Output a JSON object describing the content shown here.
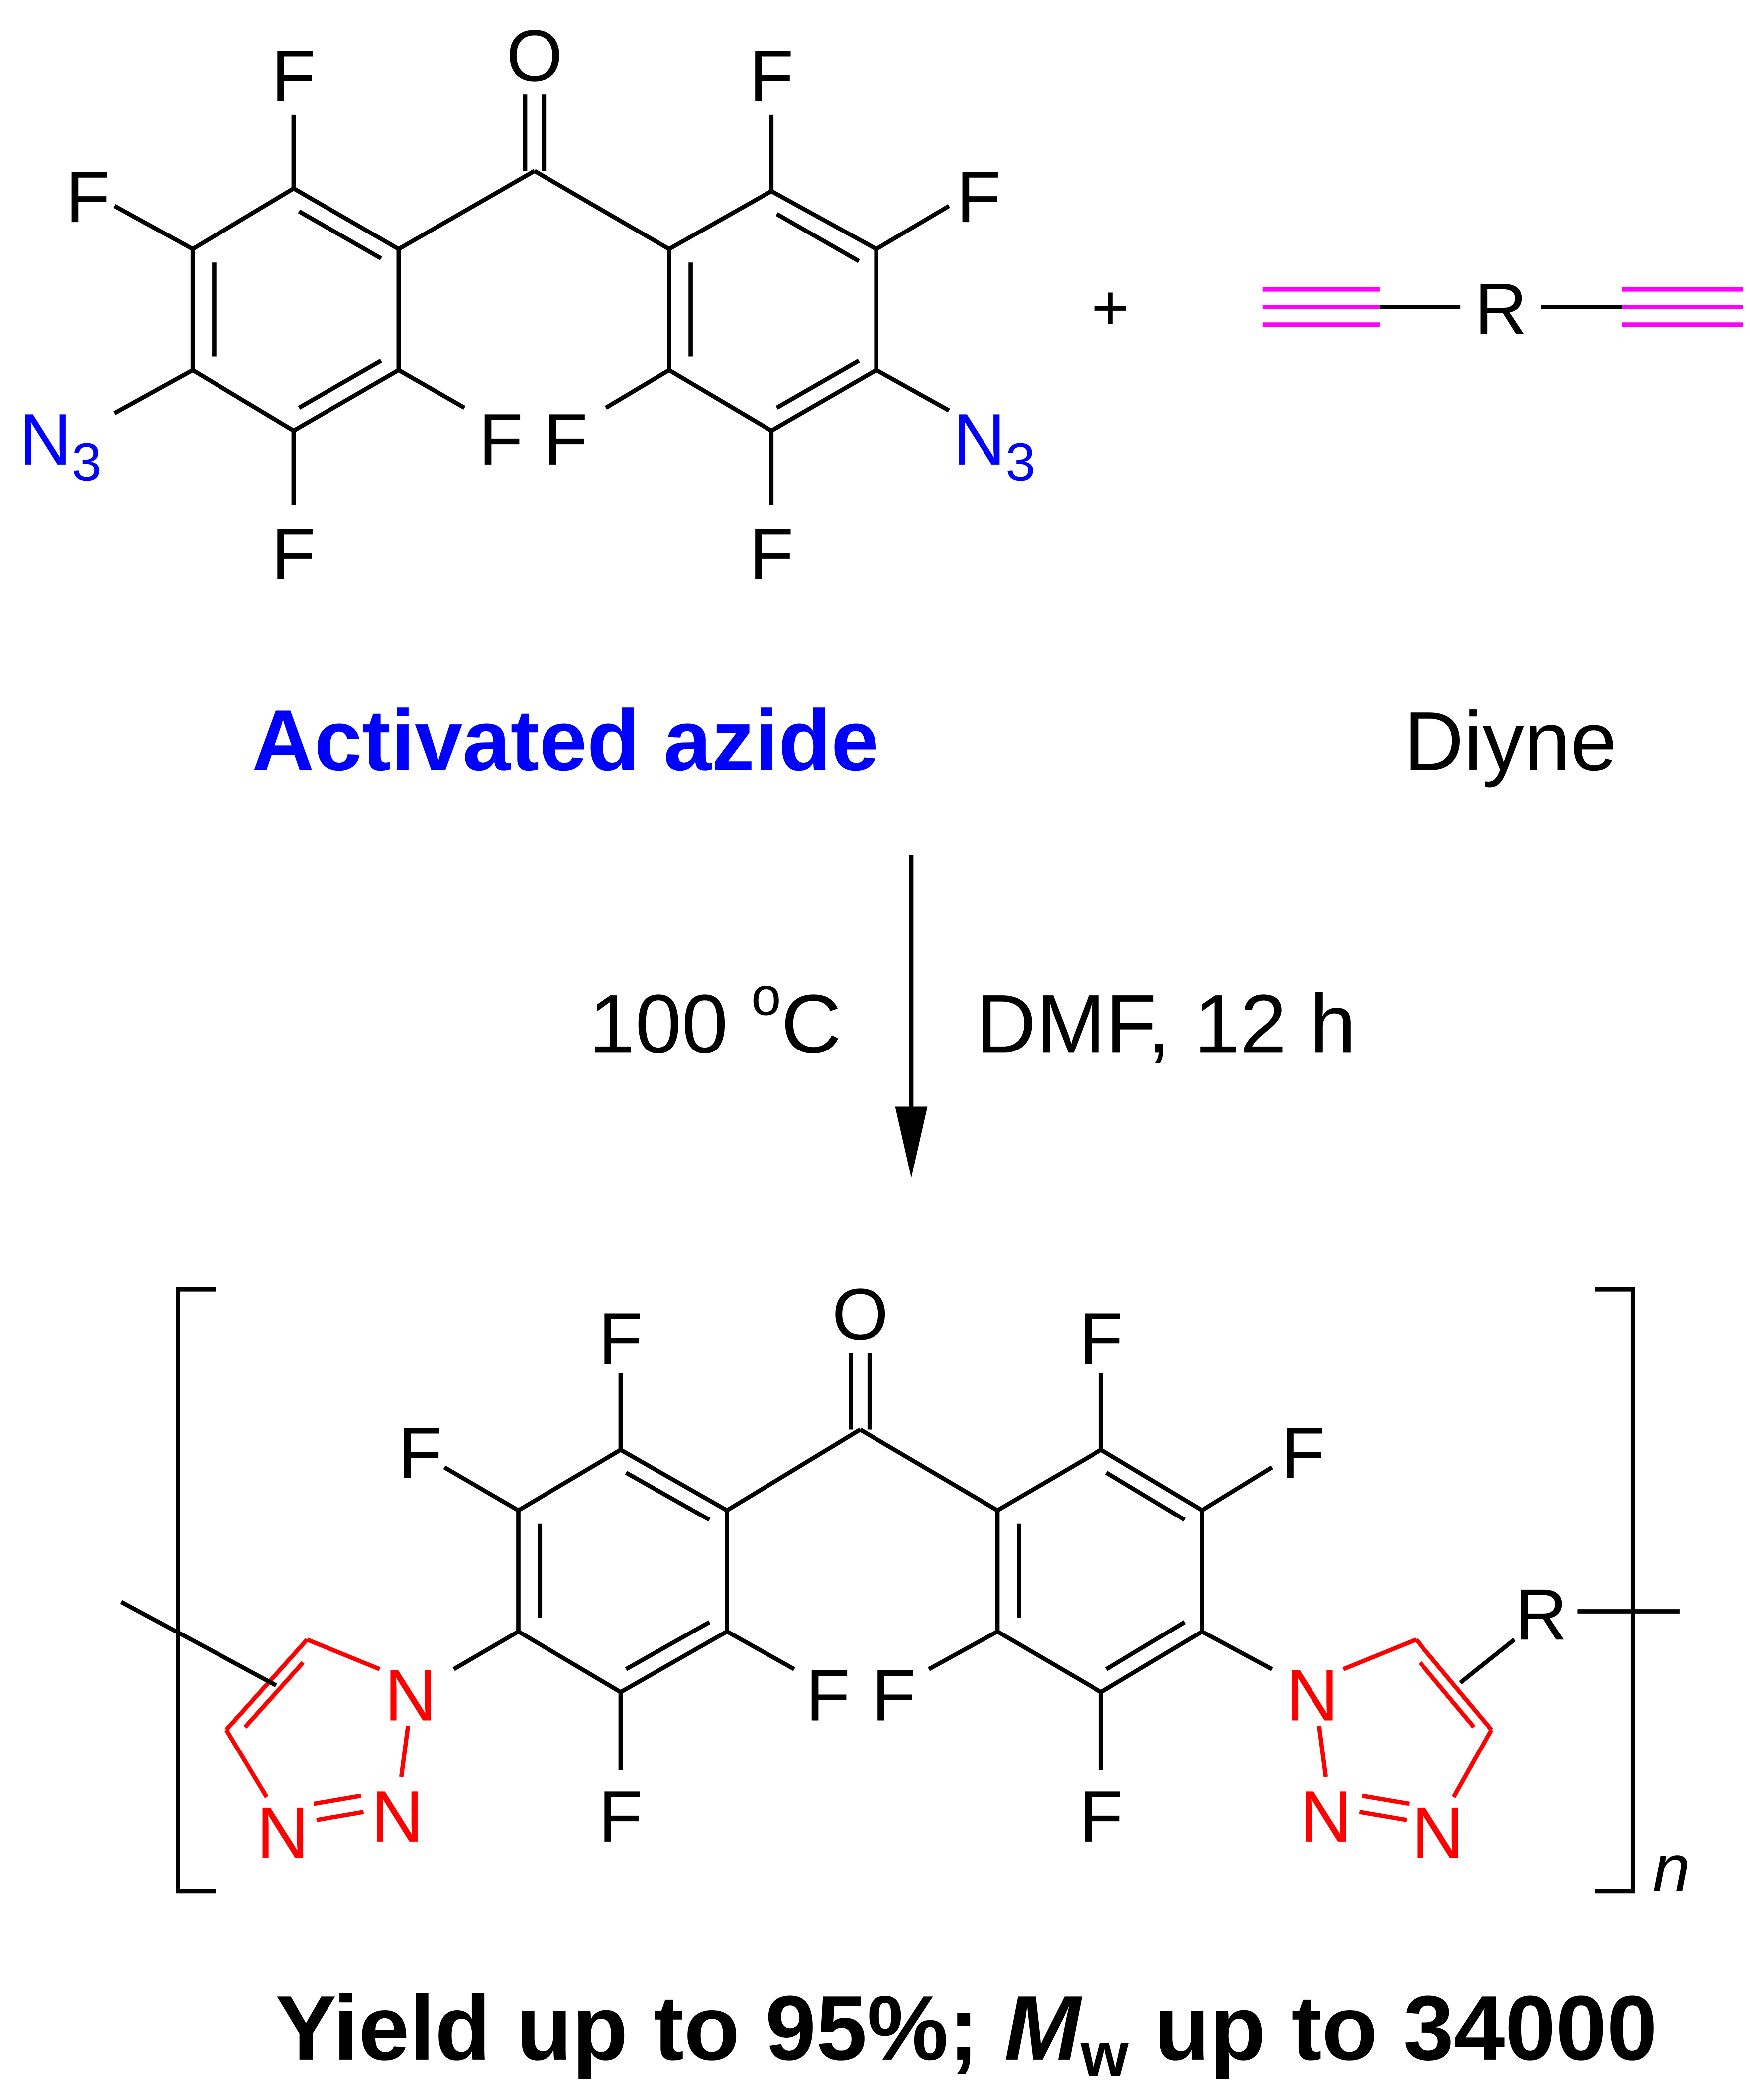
{
  "reactant_azide": {
    "atoms": {
      "O": "O",
      "F": "F",
      "N3": "N",
      "N3_sub": "3"
    },
    "label": "Activated azide"
  },
  "plus": "+",
  "reactant_diyne": {
    "R": "R",
    "label": "Diyne"
  },
  "conditions": {
    "left": "100 ",
    "degree": "o",
    "unit": "C",
    "right": "DMF, 12 h"
  },
  "product": {
    "O": "O",
    "F": "F",
    "N": "N",
    "R": "R",
    "repeat": "n"
  },
  "result": {
    "part1": "Yield up to 95%; ",
    "M": "M",
    "sub": "w",
    "part2": " up to 34000"
  },
  "colors": {
    "azide": "#0000ff",
    "alkyne": "#ff00ff",
    "triazole": "#ff0000"
  }
}
